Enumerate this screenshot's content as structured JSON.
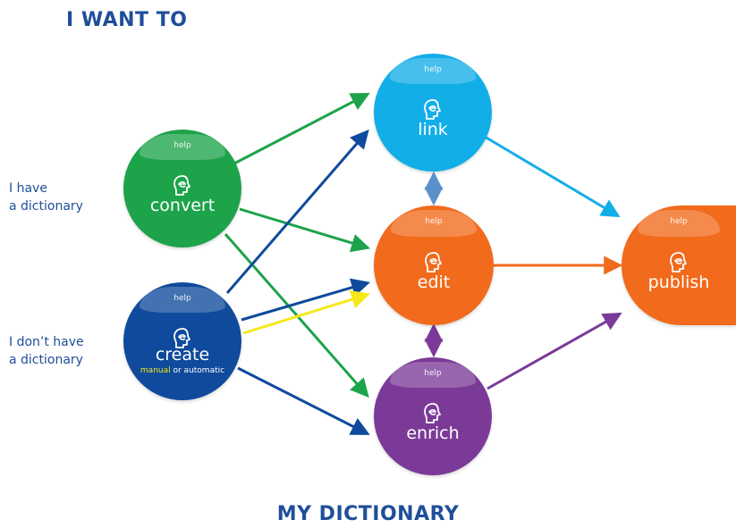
{
  "headings": {
    "top": "I WANT TO",
    "bottom": "MY DICTIONARY"
  },
  "side_labels": {
    "have": [
      "I have",
      "a dictionary"
    ],
    "not_have": [
      "I don’t have",
      "a dictionary"
    ]
  },
  "nodes": {
    "convert": {
      "help": "help",
      "label": "convert",
      "color": "#1da34a"
    },
    "create": {
      "help": "help",
      "label": "create",
      "sub_manual": "manual",
      "sub_rest": " or automatic",
      "color": "#0f4a9c"
    },
    "link": {
      "help": "help",
      "label": "link",
      "color": "#12aee8"
    },
    "edit": {
      "help": "help",
      "label": "edit",
      "color": "#f26a1b"
    },
    "enrich": {
      "help": "help",
      "label": "enrich",
      "color": "#7b3a98"
    },
    "publish": {
      "help": "help",
      "label": "publish",
      "color": "#f26a1b"
    }
  },
  "arrow_colors": {
    "green": "#1da34a",
    "blue": "#0f4a9c",
    "yellow": "#f6e71a",
    "light_blue": "#12aee8",
    "orange": "#f26a1b",
    "purple": "#7b3a98",
    "steel": "#5b8fc9"
  }
}
